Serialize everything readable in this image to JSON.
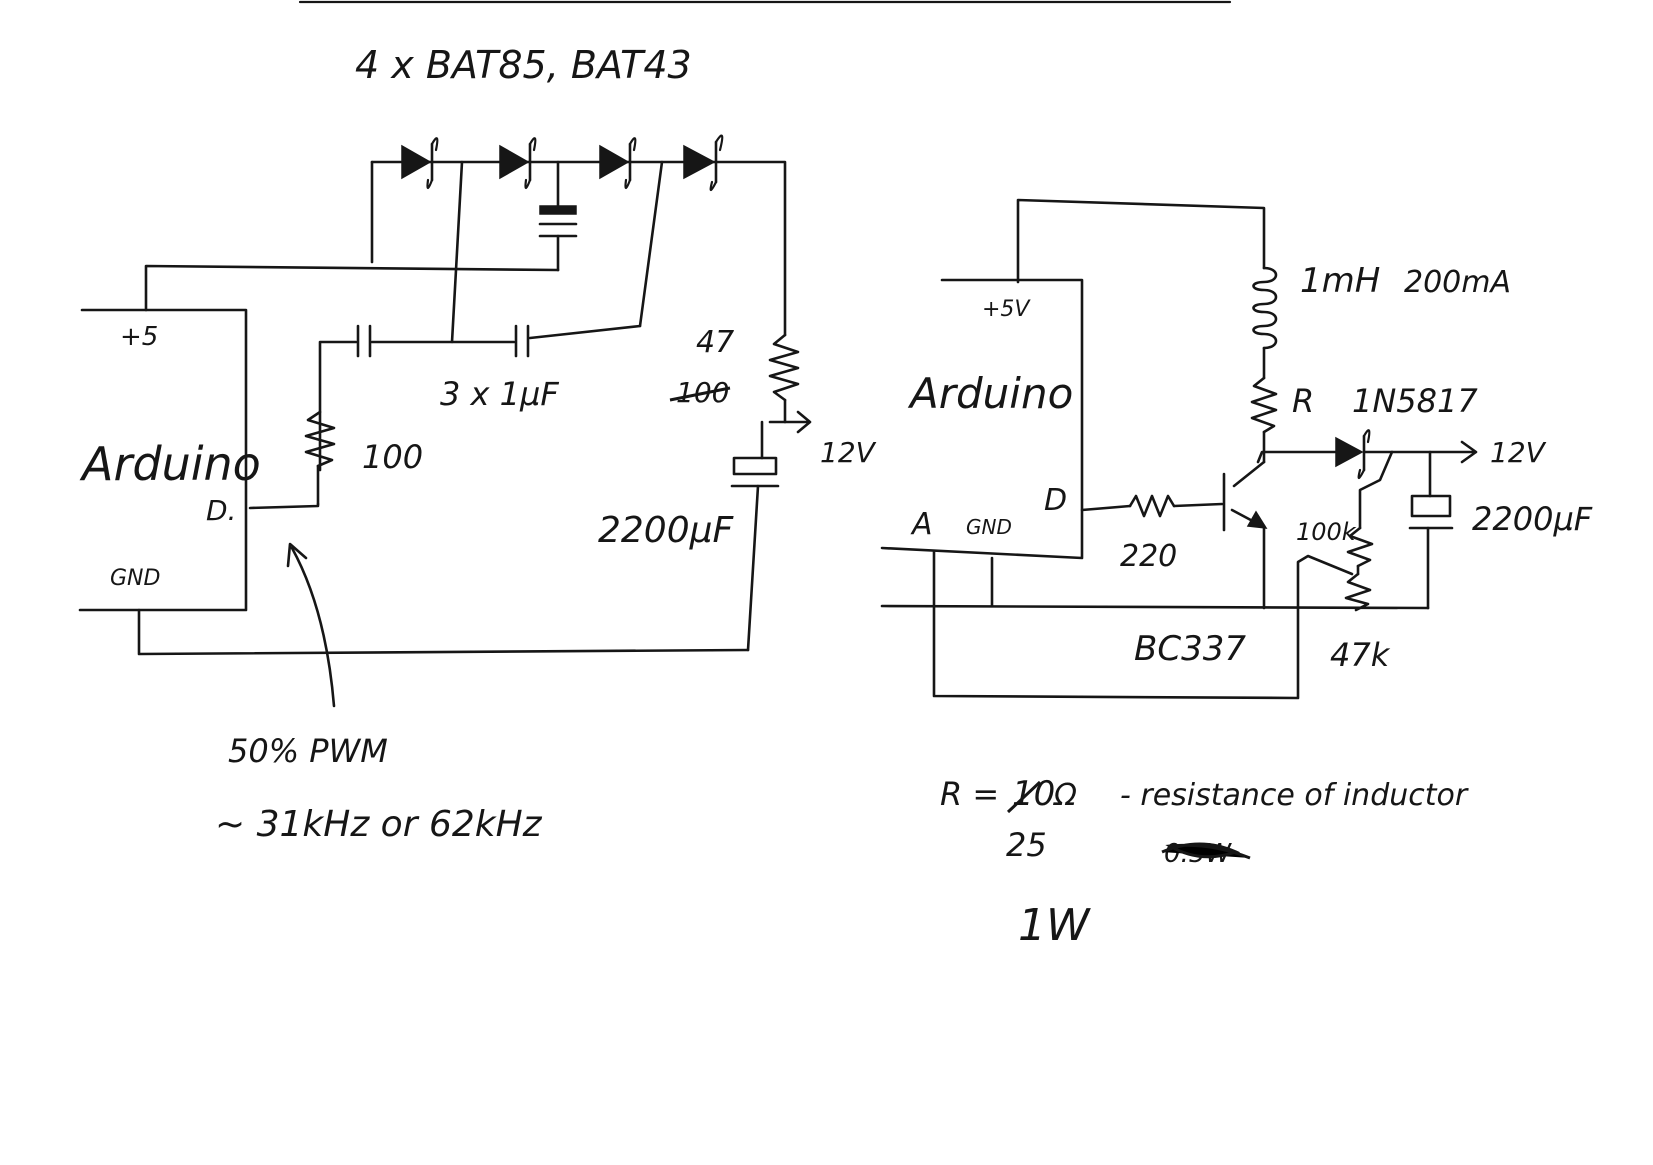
{
  "left_circuit": {
    "heading": "4 x BAT85, BAT43",
    "board": {
      "supply": "+5",
      "name": "Arduino",
      "pin": "D.",
      "ground": "GND"
    },
    "resistor_in": "100",
    "capacitors": "3 x 1µF",
    "resistor_out": "47",
    "resistor_out_struck": "100",
    "output": "12V",
    "cap_out": "2200µF",
    "pwm_note_line1": "50% PWM",
    "pwm_note_line2": "~ 31kHz or 62kHz"
  },
  "right_circuit": {
    "board": {
      "supply": "+5V",
      "name": "Arduino",
      "pin_d": "D",
      "pin_a": "A",
      "ground": "GND"
    },
    "inductor": "1mH",
    "inductor_current": "200mA",
    "resistor_r": "R",
    "diode": "1N5817",
    "output": "12V",
    "base_resistor": "220",
    "transistor": "BC337",
    "divider_top": "100k",
    "divider_bottom": "47k",
    "cap_out": "2200µF"
  },
  "notes": {
    "r_eq": "R =",
    "r_struck": "10",
    "r_unit": "Ω",
    "r_desc": "- resistance of inductor",
    "r_new": "25",
    "scribble": "0.5W",
    "power": "1W"
  }
}
